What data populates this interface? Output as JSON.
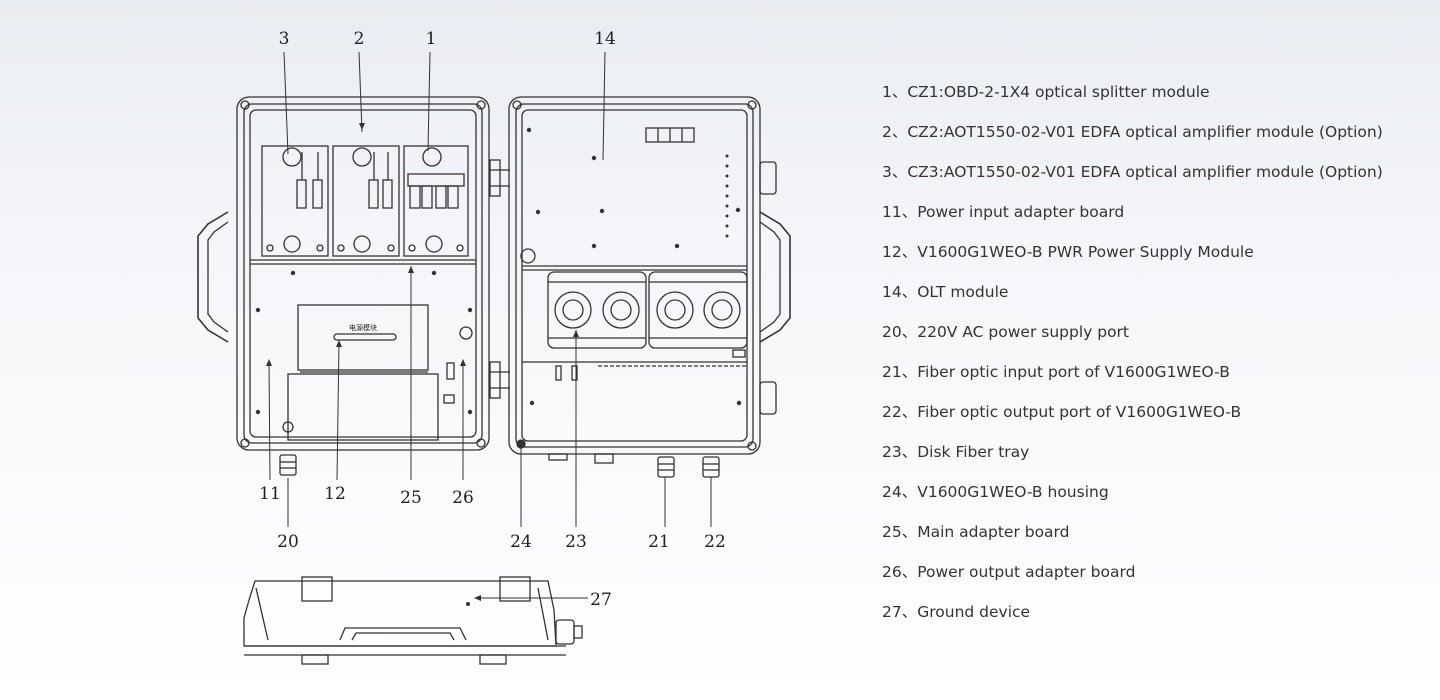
{
  "diagram": {
    "callouts": [
      "3",
      "2",
      "1",
      "14",
      "11",
      "12",
      "25",
      "26",
      "20",
      "24",
      "23",
      "21",
      "22",
      "27"
    ],
    "module_label": "电源模块"
  },
  "legend": {
    "items": [
      "1、CZ1:OBD-2-1X4 optical splitter module",
      "2、CZ2:AOT1550-02-V01 EDFA optical amplifier module (Option)",
      "3、CZ3:AOT1550-02-V01 EDFA optical amplifier module (Option)",
      "11、Power input adapter board",
      "12、V1600G1WEO-B PWR Power Supply Module",
      "14、OLT module",
      "20、220V AC power supply port",
      "21、Fiber optic input port of V1600G1WEO-B",
      "22、Fiber optic output port of V1600G1WEO-B",
      "23、Disk Fiber tray",
      "24、V1600G1WEO-B housing",
      "25、Main adapter board",
      "26、Power output adapter board",
      "27、Ground device"
    ]
  }
}
